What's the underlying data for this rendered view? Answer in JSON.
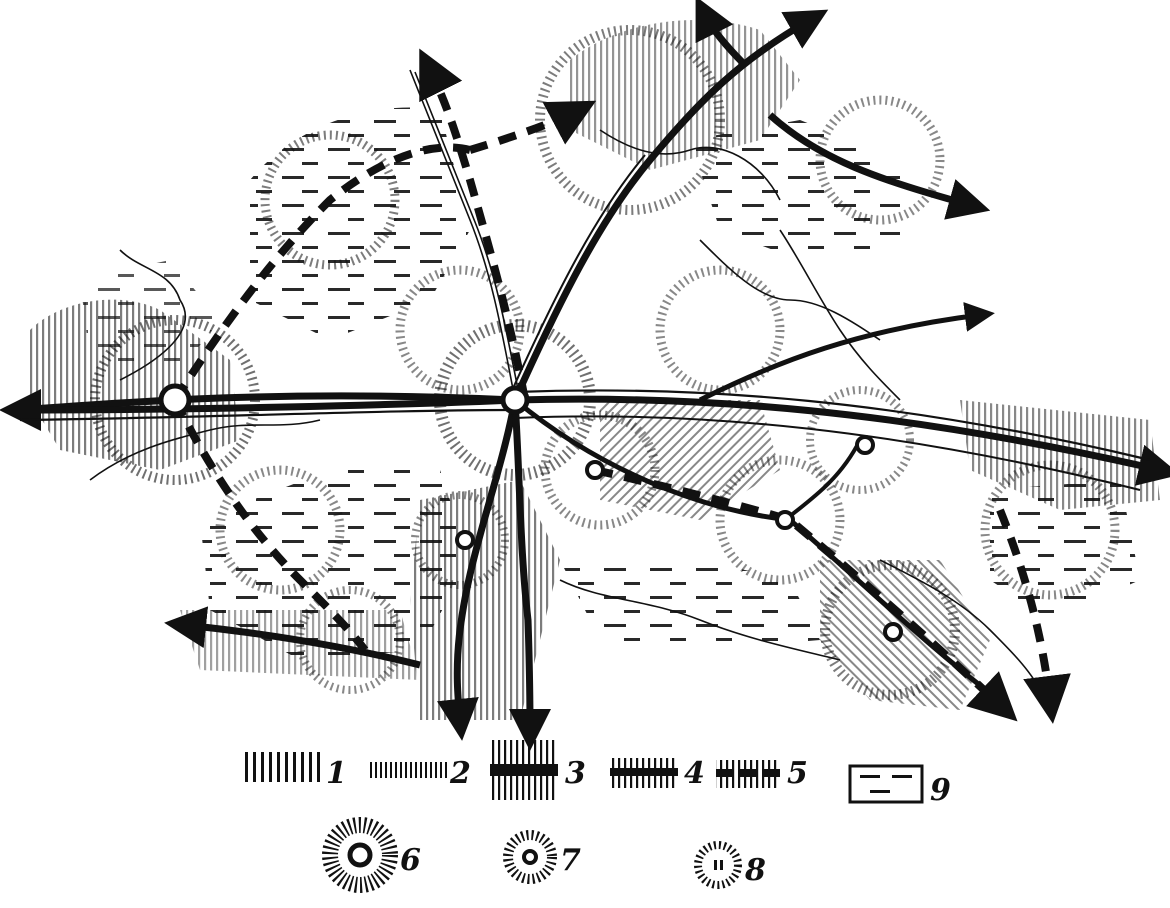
{
  "map": {
    "ink_color": "#111111",
    "paper_color": "#ffffff",
    "legend": {
      "items": [
        {
          "key": "1",
          "label": "1",
          "symbol": "hatch-sparse-icon"
        },
        {
          "key": "2",
          "label": "2",
          "symbol": "hatch-fine-icon"
        },
        {
          "key": "3",
          "label": "3",
          "symbol": "main-axis-thick-icon"
        },
        {
          "key": "4",
          "label": "4",
          "symbol": "axis-medium-icon"
        },
        {
          "key": "5",
          "label": "5",
          "symbol": "axis-dashed-icon"
        },
        {
          "key": "9",
          "label": "9",
          "symbol": "dashed-area-icon"
        },
        {
          "key": "6",
          "label": "6",
          "symbol": "center-large-icon"
        },
        {
          "key": "7",
          "label": "7",
          "symbol": "center-medium-icon"
        },
        {
          "key": "8",
          "label": "8",
          "symbol": "center-small-icon"
        }
      ]
    }
  }
}
